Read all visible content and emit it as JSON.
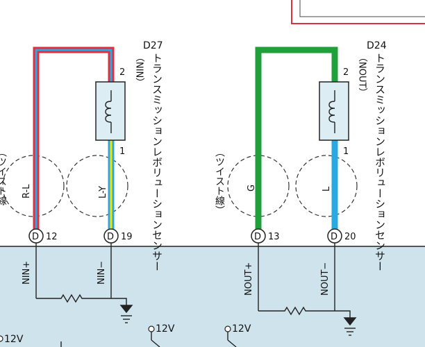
{
  "colors": {
    "panel": "#cfe3ec",
    "red": "#e03040",
    "blue": "#2aa8e0",
    "green": "#1fa03a",
    "yellow": "#f2e600",
    "sensor_fill": "#dceef3",
    "wire_black": "#222222"
  },
  "sensors": [
    {
      "code": "D27",
      "signal": "（NIN）",
      "name": "トランスミッションレボリューションセンサー",
      "pin_top": "2",
      "pin_bottom": "1"
    },
    {
      "code": "D24",
      "signal": "（NOUT）",
      "name": "トランスミッションレボリューションセンサー",
      "pin_top": "2",
      "pin_bottom": "1"
    }
  ],
  "twist_label": "（ツイスト線）",
  "twist_label_partial": "（ツイスト線",
  "wire_colors": {
    "rl": "R-L",
    "ly": "L-Y",
    "g": "G",
    "l": "L"
  },
  "connectors": [
    {
      "letter": "D",
      "pin": "12"
    },
    {
      "letter": "D",
      "pin": "19"
    },
    {
      "letter": "D",
      "pin": "13"
    },
    {
      "letter": "D",
      "pin": "20"
    }
  ],
  "signals": {
    "nin_plus": "NIN+",
    "nin_minus": "NIN−",
    "nout_plus": "NOUT+",
    "nout_minus": "NOUT−"
  },
  "voltages": {
    "v1": "12V",
    "v2": "12V",
    "v3": "12V"
  }
}
